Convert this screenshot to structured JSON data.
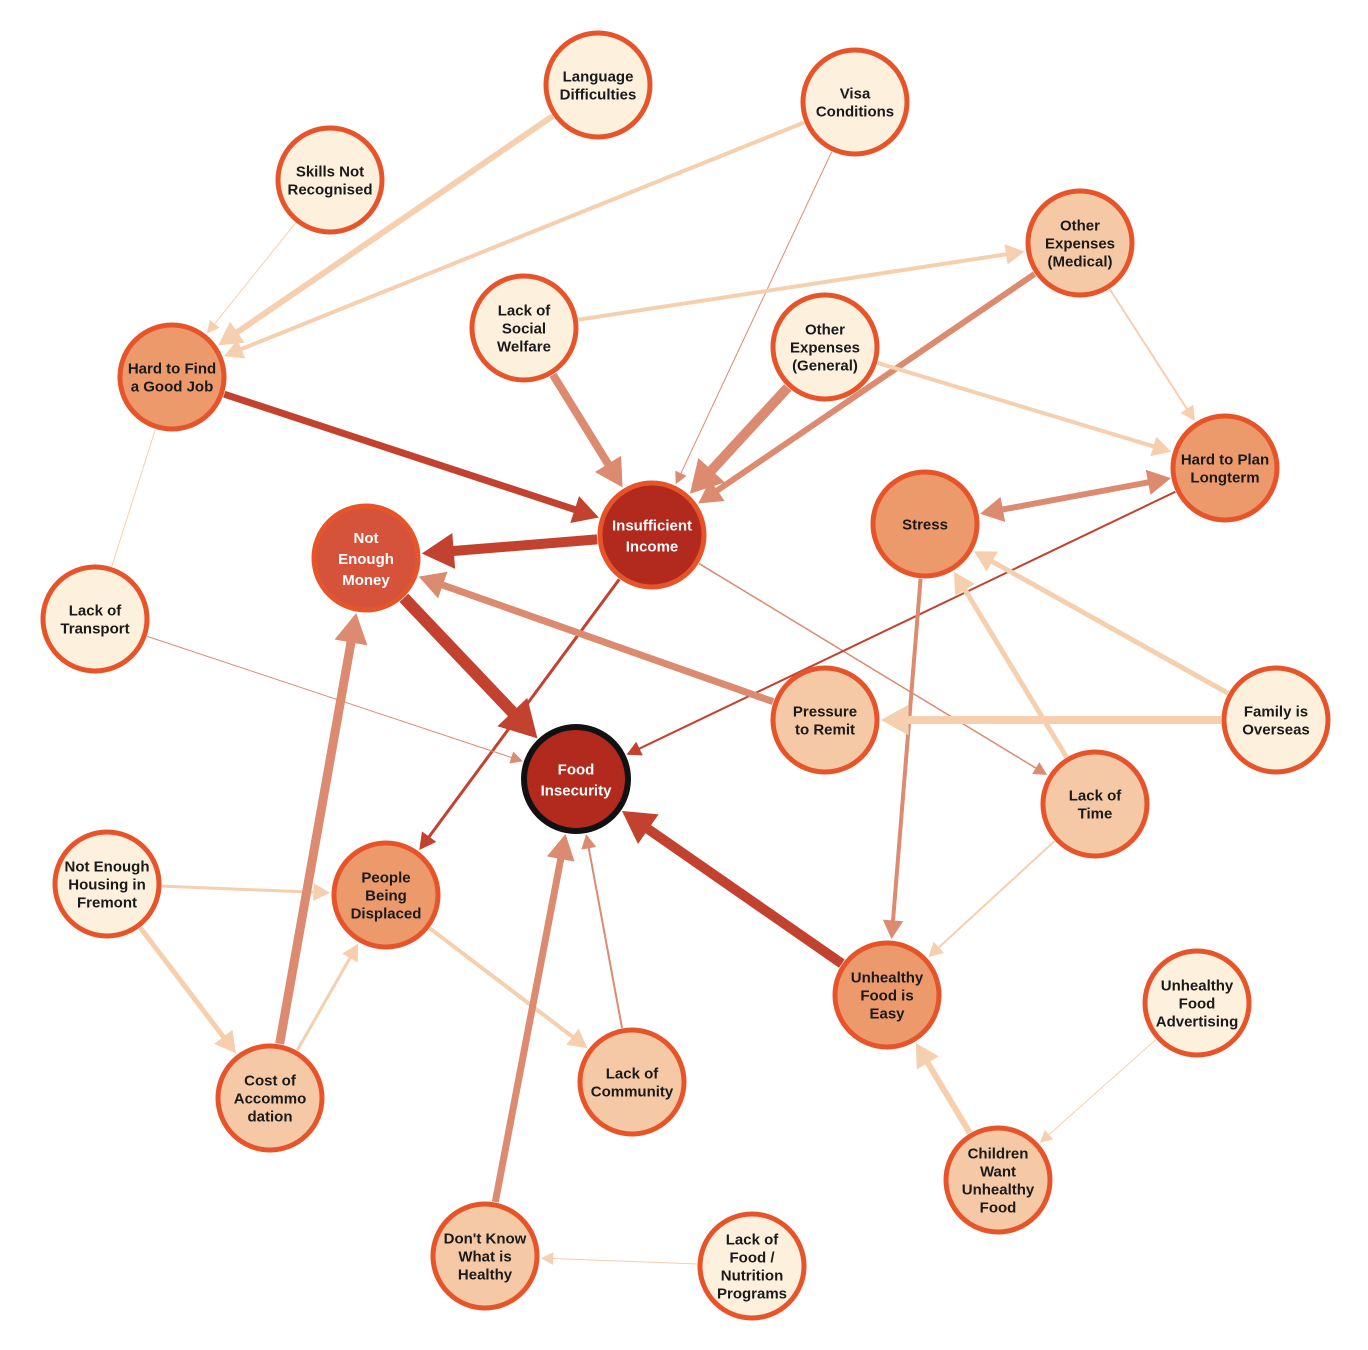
{
  "colors": {
    "border": "#e8542a",
    "focus_border": "#111111",
    "fill_levels": {
      "cream": "#fdf0dc",
      "peach": "#f6c9a6",
      "medium": "#ec9a6c",
      "strong": "#d4533a",
      "dark": "#b22a1e"
    },
    "edge_levels": {
      "light": "#f5cfae",
      "salmon": "#dc8a70",
      "red": "#c2412f"
    }
  },
  "nodes": [
    {
      "id": "language",
      "lines": [
        "Language",
        "Difficulties"
      ],
      "level": "cream"
    },
    {
      "id": "visa",
      "lines": [
        "Visa",
        "Conditions"
      ],
      "level": "cream"
    },
    {
      "id": "skills",
      "lines": [
        "Skills Not",
        "Recognised"
      ],
      "level": "cream"
    },
    {
      "id": "medical",
      "lines": [
        "Other",
        "Expenses",
        "(Medical)"
      ],
      "level": "peach"
    },
    {
      "id": "welfare",
      "lines": [
        "Lack of",
        "Social",
        "Welfare"
      ],
      "level": "cream"
    },
    {
      "id": "general",
      "lines": [
        "Other",
        "Expenses",
        "(General)"
      ],
      "level": "cream"
    },
    {
      "id": "job",
      "lines": [
        "Hard to Find",
        "a Good Job"
      ],
      "level": "medium"
    },
    {
      "id": "plan",
      "lines": [
        "Hard to Plan",
        "Longterm"
      ],
      "level": "medium"
    },
    {
      "id": "stress",
      "lines": [
        "Stress"
      ],
      "level": "medium"
    },
    {
      "id": "income",
      "lines": [
        "Insufficient",
        "Income"
      ],
      "level": "dark"
    },
    {
      "id": "money",
      "lines": [
        "Not",
        "Enough",
        "Money"
      ],
      "level": "strong"
    },
    {
      "id": "transport",
      "lines": [
        "Lack of",
        "Transport"
      ],
      "level": "cream"
    },
    {
      "id": "remit",
      "lines": [
        "Pressure",
        "to Remit"
      ],
      "level": "peach"
    },
    {
      "id": "family",
      "lines": [
        "Family is",
        "Overseas"
      ],
      "level": "cream"
    },
    {
      "id": "food",
      "lines": [
        "Food",
        "Insecurity"
      ],
      "level": "dark",
      "focus": true
    },
    {
      "id": "time",
      "lines": [
        "Lack of",
        "Time"
      ],
      "level": "peach"
    },
    {
      "id": "housing",
      "lines": [
        "Not Enough",
        "Housing in",
        "Fremont"
      ],
      "level": "cream"
    },
    {
      "id": "displaced",
      "lines": [
        "People",
        "Being",
        "Displaced"
      ],
      "level": "medium"
    },
    {
      "id": "unhealthy",
      "lines": [
        "Unhealthy",
        "Food is",
        "Easy"
      ],
      "level": "medium"
    },
    {
      "id": "advertising",
      "lines": [
        "Unhealthy",
        "Food",
        "Advertising"
      ],
      "level": "cream"
    },
    {
      "id": "community",
      "lines": [
        "Lack of",
        "Community"
      ],
      "level": "peach"
    },
    {
      "id": "accom",
      "lines": [
        "Cost of",
        "Accommo",
        "dation"
      ],
      "level": "peach"
    },
    {
      "id": "children",
      "lines": [
        "Children",
        "Want",
        "Unhealthy",
        "Food"
      ],
      "level": "peach"
    },
    {
      "id": "dontknow",
      "lines": [
        "Don't Know",
        "What is",
        "Healthy"
      ],
      "level": "peach"
    },
    {
      "id": "programs",
      "lines": [
        "Lack of",
        "Food /",
        "Nutrition",
        "Programs"
      ],
      "level": "cream"
    }
  ],
  "edges": [
    {
      "from": "language",
      "to": "job",
      "strength": 6,
      "color": "light"
    },
    {
      "from": "visa",
      "to": "job",
      "strength": 4,
      "color": "light"
    },
    {
      "from": "skills",
      "to": "job",
      "strength": 1,
      "color": "light"
    },
    {
      "from": "visa",
      "to": "income",
      "strength": 1,
      "color": "salmon"
    },
    {
      "from": "welfare",
      "to": "medical",
      "strength": 4,
      "color": "light"
    },
    {
      "from": "welfare",
      "to": "income",
      "strength": 8,
      "color": "salmon"
    },
    {
      "from": "general",
      "to": "income",
      "strength": 10,
      "color": "salmon"
    },
    {
      "from": "medical",
      "to": "income",
      "strength": 6,
      "color": "salmon"
    },
    {
      "from": "general",
      "to": "plan",
      "strength": 4,
      "color": "light"
    },
    {
      "from": "medical",
      "to": "plan",
      "strength": 2,
      "color": "light"
    },
    {
      "from": "job",
      "to": "income",
      "strength": 7,
      "color": "red"
    },
    {
      "from": "transport",
      "to": "job",
      "strength": 1,
      "color": "light",
      "noarrow": true
    },
    {
      "from": "income",
      "to": "money",
      "strength": 10,
      "color": "red"
    },
    {
      "from": "money",
      "to": "food",
      "strength": 12,
      "color": "red"
    },
    {
      "from": "income",
      "to": "displaced",
      "strength": 3,
      "color": "red"
    },
    {
      "from": "income",
      "to": "time",
      "strength": 1.5,
      "color": "salmon"
    },
    {
      "from": "plan",
      "to": "stress",
      "strength": 6,
      "color": "salmon",
      "both": true
    },
    {
      "from": "plan",
      "to": "food",
      "strength": 2,
      "color": "red"
    },
    {
      "from": "stress",
      "to": "unhealthy",
      "strength": 4,
      "color": "salmon"
    },
    {
      "from": "time",
      "to": "stress",
      "strength": 5,
      "color": "light"
    },
    {
      "from": "family",
      "to": "stress",
      "strength": 5,
      "color": "light"
    },
    {
      "from": "family",
      "to": "remit",
      "strength": 8,
      "color": "light"
    },
    {
      "from": "remit",
      "to": "money",
      "strength": 7,
      "color": "salmon"
    },
    {
      "from": "transport",
      "to": "food",
      "strength": 1,
      "color": "salmon"
    },
    {
      "from": "time",
      "to": "unhealthy",
      "strength": 2,
      "color": "light"
    },
    {
      "from": "unhealthy",
      "to": "food",
      "strength": 10,
      "color": "red"
    },
    {
      "from": "housing",
      "to": "displaced",
      "strength": 3,
      "color": "light"
    },
    {
      "from": "housing",
      "to": "accom",
      "strength": 5,
      "color": "light"
    },
    {
      "from": "accom",
      "to": "money",
      "strength": 9,
      "color": "salmon"
    },
    {
      "from": "accom",
      "to": "displaced",
      "strength": 3,
      "color": "light"
    },
    {
      "from": "displaced",
      "to": "community",
      "strength": 4,
      "color": "light"
    },
    {
      "from": "community",
      "to": "food",
      "strength": 2,
      "color": "salmon"
    },
    {
      "from": "dontknow",
      "to": "food",
      "strength": 7,
      "color": "salmon"
    },
    {
      "from": "programs",
      "to": "dontknow",
      "strength": 1,
      "color": "light"
    },
    {
      "from": "advertising",
      "to": "children",
      "strength": 1,
      "color": "light"
    },
    {
      "from": "children",
      "to": "unhealthy",
      "strength": 6,
      "color": "light"
    }
  ]
}
